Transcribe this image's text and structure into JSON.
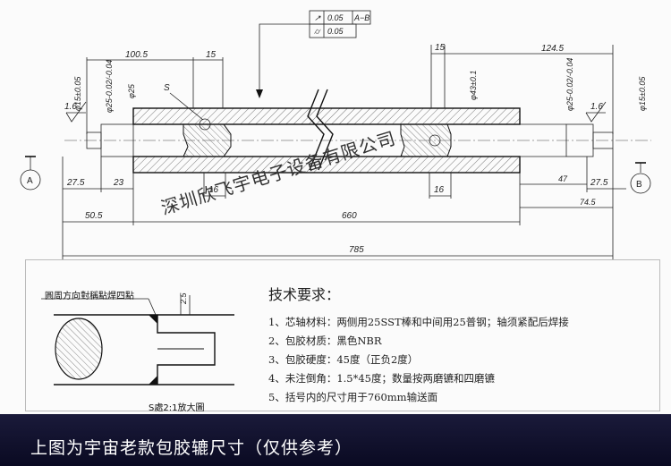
{
  "tolerance": {
    "runout": "0.05",
    "datum": "A−B",
    "cylindricity": "0.05"
  },
  "dims": {
    "d100_5": "100.5",
    "d15a": "15",
    "d15b": "15",
    "d124_5": "124.5",
    "d27_5a": "27.5",
    "d23": "23",
    "d16a": "16",
    "d16b": "16",
    "d47": "47",
    "d27_5b": "27.5",
    "d74_5": "74.5",
    "d50_5": "50.5",
    "d660": "660",
    "d785": "785",
    "phi15_left": "φ15±0.05",
    "phi25_left": "φ25-0.02/-0.04",
    "phi25": "φ25",
    "phi43": "φ43±0.1",
    "phi25_right": "φ25-0.02/-0.04",
    "phi15_right": "φ15±0.05",
    "rough_left": "1.6",
    "rough_right": "1.6",
    "s_label": "S",
    "datum_a": "A",
    "datum_b": "B"
  },
  "watermark": "深圳欣飞宇电子设备有限公司",
  "detail": {
    "title": "圓周方向對稱點焊四點",
    "dim": "2.5",
    "caption": "S處2:1放大圖"
  },
  "tech": {
    "title": "技术要求：",
    "items": [
      "1、芯轴材料：两侧用25SST棒和中间用25普钢；轴须紧配后焊接",
      "2、包胶材质：黑色NBR",
      "3、包胶硬度：45度（正负2度）",
      "4、未注倒角：1.5*45度；数量按两磨镳和四磨镳",
      "5、括号内的尺寸用于760mm输送面"
    ]
  },
  "banner": "上图为宇宙老款包胶辘尺寸（仅供参考）"
}
